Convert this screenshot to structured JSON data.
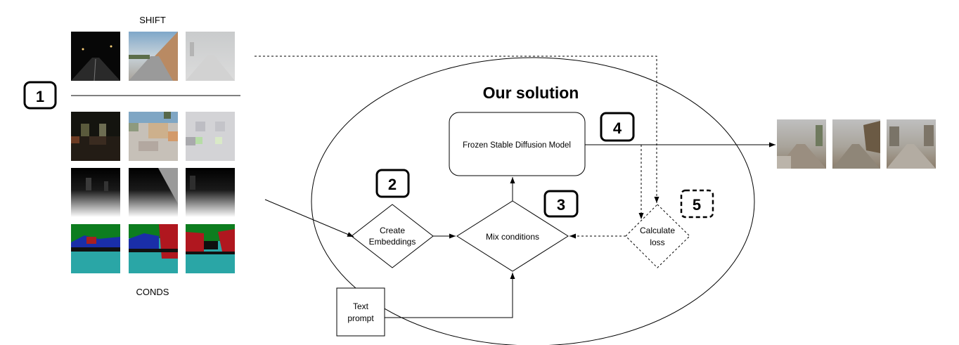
{
  "labels": {
    "shift": "SHIFT",
    "conds": "CONDS",
    "title": "Our solution",
    "frozen_model": "Frozen Stable Diffusion Model",
    "create_embeddings": [
      "Create",
      "Embeddings"
    ],
    "mix_conditions": "Mix conditions",
    "calculate_loss": [
      "Calculate",
      "loss"
    ],
    "text_prompt": [
      "Text",
      "prompt"
    ]
  },
  "steps": [
    "1",
    "2",
    "3",
    "4",
    "5"
  ]
}
